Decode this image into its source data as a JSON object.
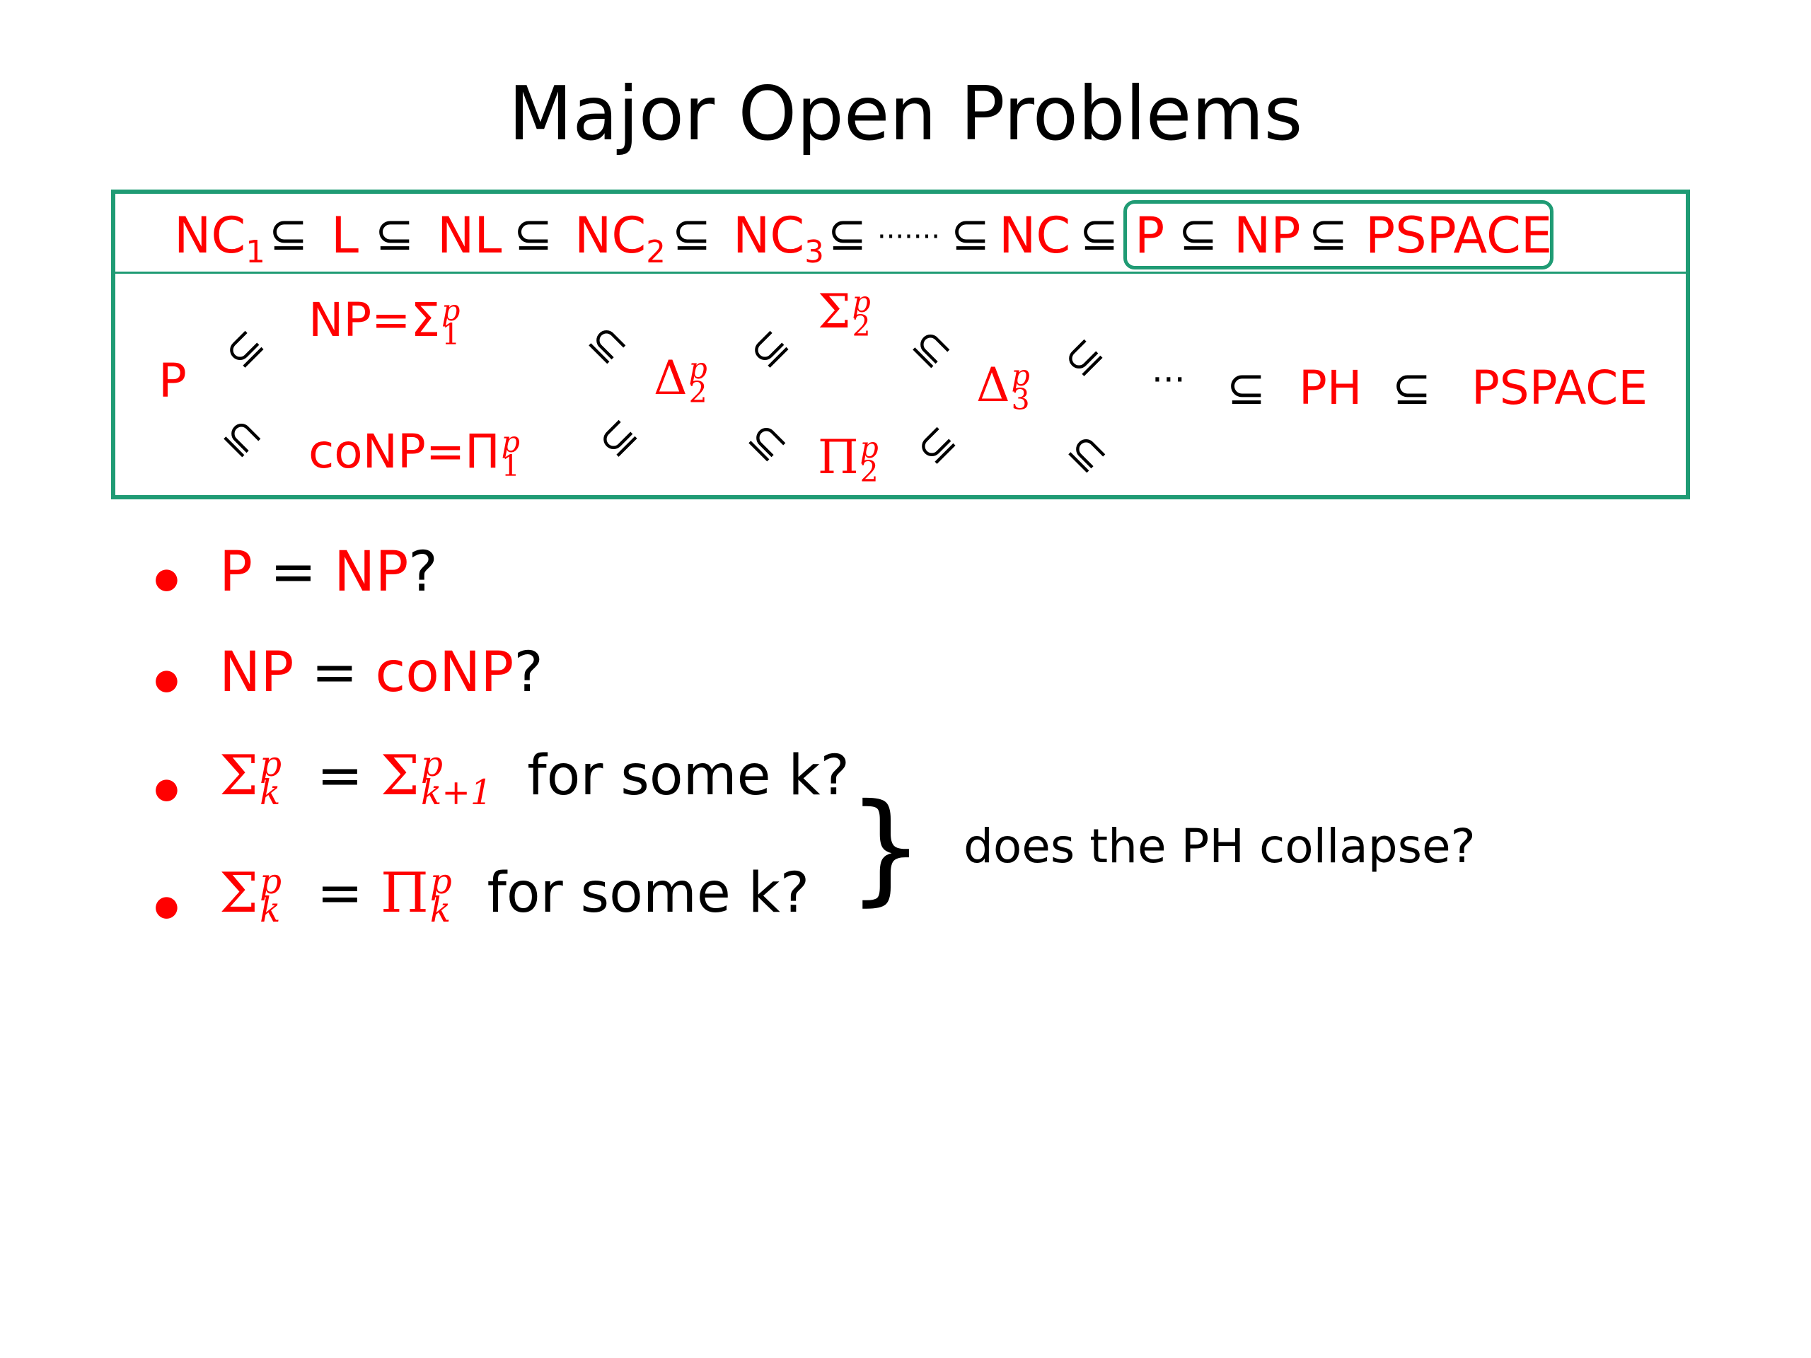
{
  "title": "Major Open Problems",
  "chain": {
    "nc": "NC",
    "sub1": "1",
    "l": "L",
    "nl": "NL",
    "nc2": "NC",
    "sub2": "2",
    "nc3": "NC",
    "sub3": "3",
    "dots": "·······",
    "nc_all": "NC",
    "p": "P",
    "np": "NP",
    "pspace": "PSPACE",
    "subset": "⊆"
  },
  "hierarchy": {
    "p": "P",
    "np_eq": "NP=Σ",
    "conp_eq": "coNP=Π",
    "sigma": "Σ",
    "pi": "Π",
    "delta": "Δ",
    "sup_p": "p",
    "one": "1",
    "two": "2",
    "three": "3",
    "ellipsis": "···",
    "subset": "⊆",
    "ph": "PH",
    "pspace": "PSPACE"
  },
  "questions": {
    "bullet": "●",
    "q1_a": "P",
    "q1_eq": "=",
    "q1_b": "NP",
    "q1_q": "?",
    "q2_a": "NP",
    "q2_eq": "=",
    "q2_b": "coNP",
    "q2_q": "?",
    "q3_sigma": "Σ",
    "q3_k": "k",
    "q3_p": "p",
    "q3_eq": "=",
    "q3_k1": "k+1",
    "q3_text": "for some k?",
    "q4_pi": "Π",
    "q4_text": "for some k?"
  },
  "brace": "}",
  "brace_note": "does the PH collapse?",
  "colors": {
    "accent_red": "#ff0000",
    "box_green": "#1f9b74",
    "text": "#000000"
  }
}
